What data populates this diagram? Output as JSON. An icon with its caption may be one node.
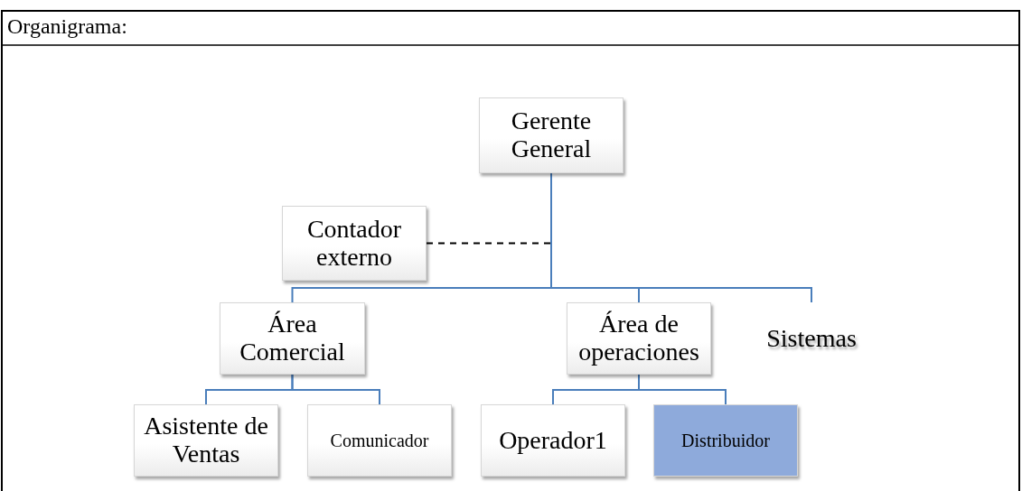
{
  "diagram": {
    "title": "Organigrama:",
    "nodes": [
      {
        "text": [
          "Gerente General"
        ]
      },
      {
        "text": [
          "Contador externo"
        ]
      },
      {
        "text": [
          "Área Comercial"
        ]
      },
      {
        "text": [
          "Área de operaciones"
        ]
      },
      {
        "text": [
          "Sistemas"
        ]
      },
      {
        "text": [
          "Asistente de Ventas"
        ]
      },
      {
        "text": [
          "Comunicador"
        ]
      },
      {
        "text": [
          "Operador1"
        ]
      },
      {
        "text": [
          "Distribuidor"
        ]
      }
    ],
    "edges": [
      {
        "from": 1,
        "to": 0,
        "arrow": "none",
        "style": "dashed",
        "color": "#000000"
      },
      {
        "from": 0,
        "to": 2,
        "arrow": "none"
      },
      {
        "from": 0,
        "to": 3,
        "arrow": "none"
      },
      {
        "from": 0,
        "to": 4,
        "arrow": "none"
      },
      {
        "from": 2,
        "to": 5,
        "arrow": "none"
      },
      {
        "from": 2,
        "to": 6,
        "arrow": "none"
      },
      {
        "from": 3,
        "to": 7,
        "arrow": "none"
      },
      {
        "from": 3,
        "to": 8,
        "arrow": "none"
      }
    ]
  }
}
